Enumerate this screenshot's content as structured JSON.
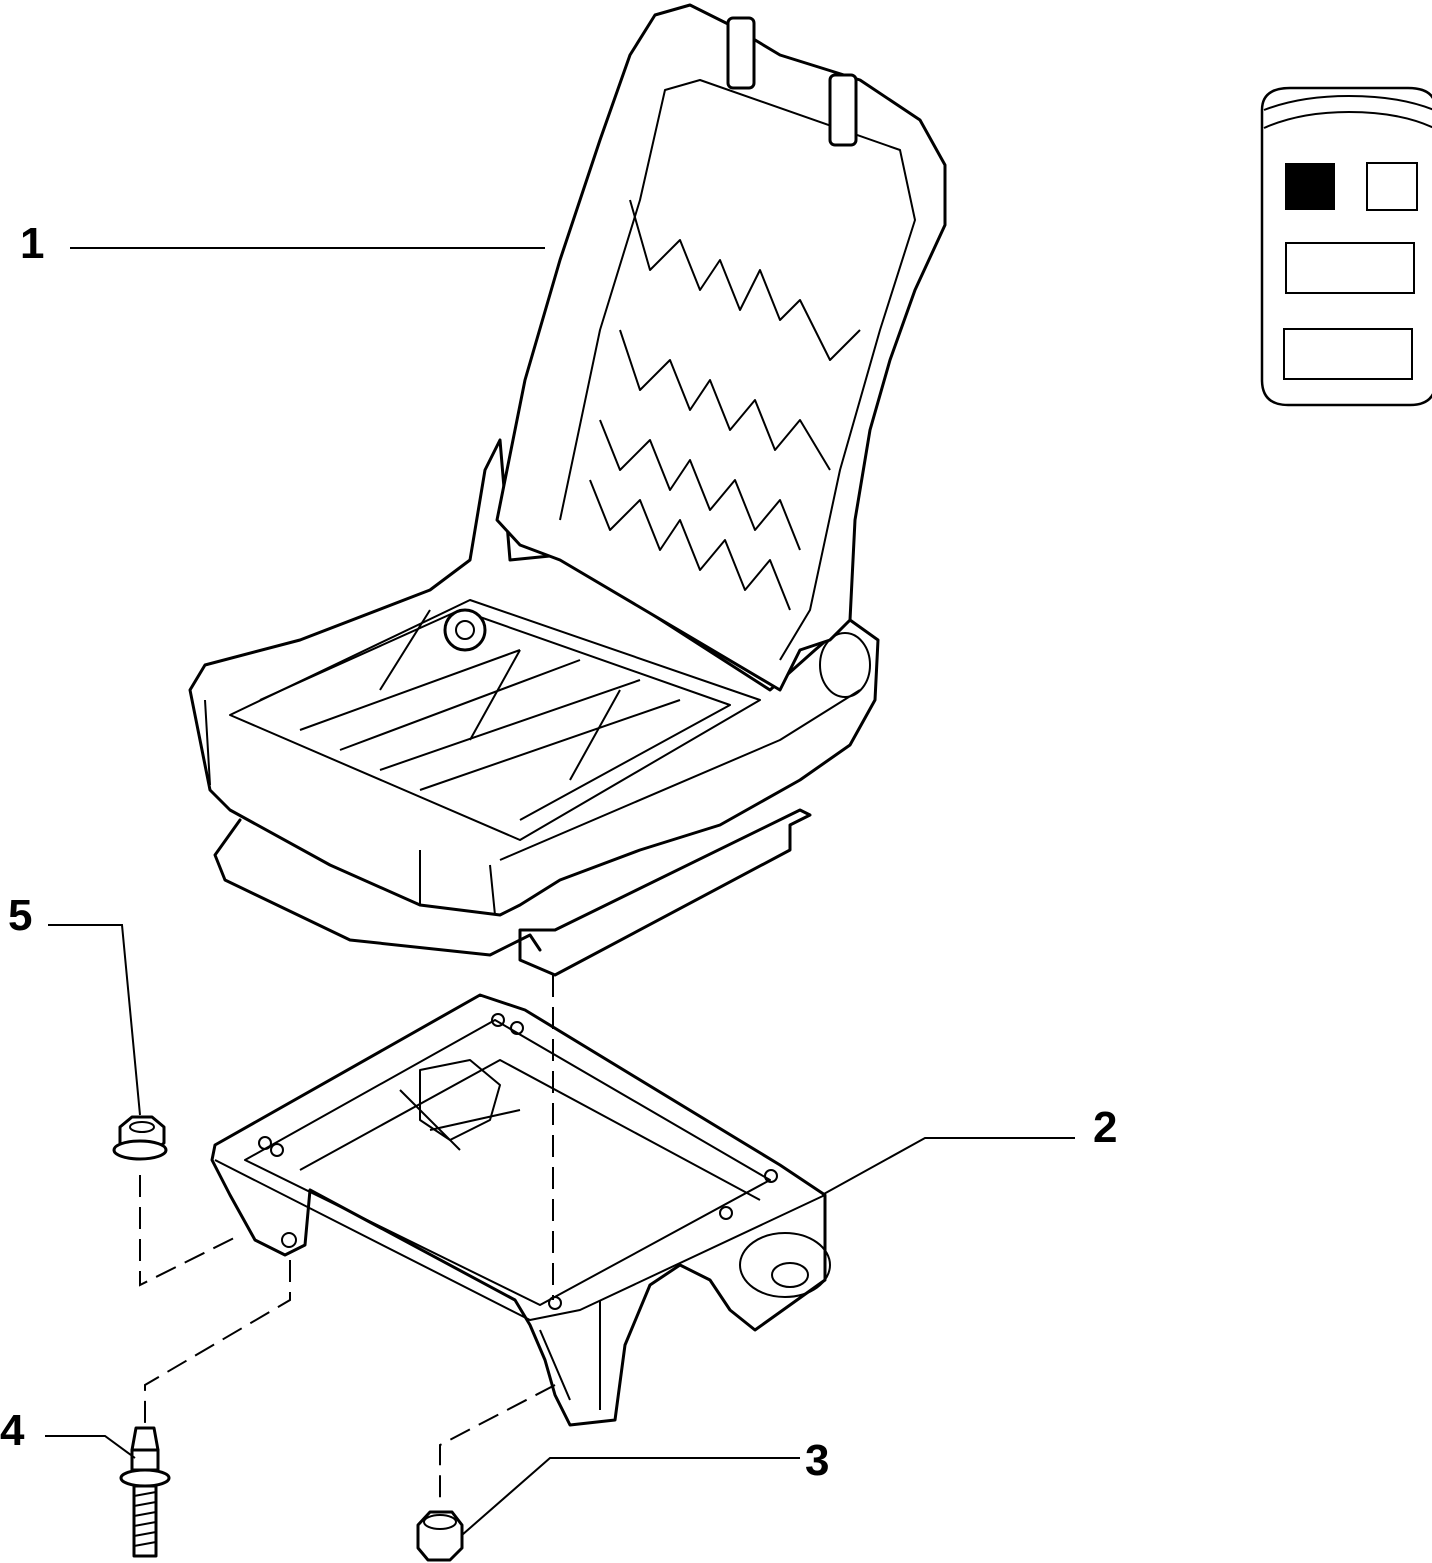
{
  "callouts": {
    "c1": "1",
    "c2": "2",
    "c3": "3",
    "c4": "4",
    "c5": "5"
  },
  "legend_icon": "seat-position-selector-icon",
  "colors": {
    "ink": "#000000",
    "paper": "#ffffff"
  }
}
